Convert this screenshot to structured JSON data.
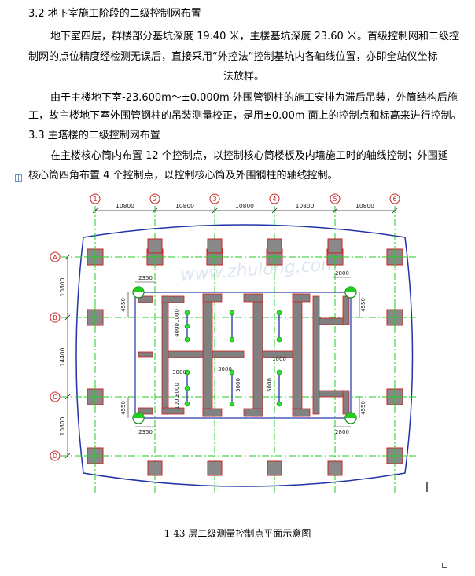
{
  "sections": [
    {
      "heading": "3.2 地下室施工阶段的二级控制网布置",
      "lines": [
        "地下室四层，群楼部分基坑深度 19.40 米，主楼基坑深度 23.60 米。首级控制网和二级控",
        "制网的点位精度经检测无误后，直接采用“外控法”控制基坑内各轴线位置，亦即全站仪坐标",
        "法放样。",
        "由于主楼地下室-23.600m～±0.000m 外围管钢柱的施工安排为滞后吊装，外筒结构后施",
        "工，故主楼地下室外围管钢柱的吊装测量校正，是用±0.00m 面上的控制点和标高来进行控制。"
      ]
    },
    {
      "heading": "3.3 主塔楼的二级控制网布置",
      "lines": [
        "在主楼核心筒内布置 12 个控制点，以控制核心筒楼板及内墙施工时的轴线控制；外围延",
        "核心筒四角布置 4 个控制点，以控制核心筒及外围钢柱的轴线控制。"
      ]
    }
  ],
  "drawing": {
    "column_axes": [
      "1",
      "2",
      "3",
      "4",
      "5",
      "6"
    ],
    "column_spacings": [
      "10800",
      "10800",
      "10800",
      "10800",
      "10800"
    ],
    "row_axes": [
      "A",
      "B",
      "C",
      "D"
    ],
    "row_spacings": [
      "10800",
      "14400",
      "10800"
    ],
    "core_dims_top": [
      "2350",
      "2800"
    ],
    "core_dims_bottom": [
      "2350",
      "2800"
    ],
    "core_dims_side": [
      "4550",
      "4550",
      "4550",
      "4550"
    ],
    "inner_dims": [
      "4000",
      "1000",
      "3000",
      "1000",
      "3000",
      "5000",
      "1000",
      "3000",
      "5000"
    ],
    "watermark": "www.zhulong.com",
    "colors": {
      "grid": "#22cc22",
      "outline": "#2233aa",
      "column_fill": "#888888",
      "column_stroke": "#cc2222",
      "wall": "#808080",
      "dim": "#222222",
      "bubble": "#cc2222"
    }
  },
  "caption": "1-43 层二级测量控制点平面示意图"
}
